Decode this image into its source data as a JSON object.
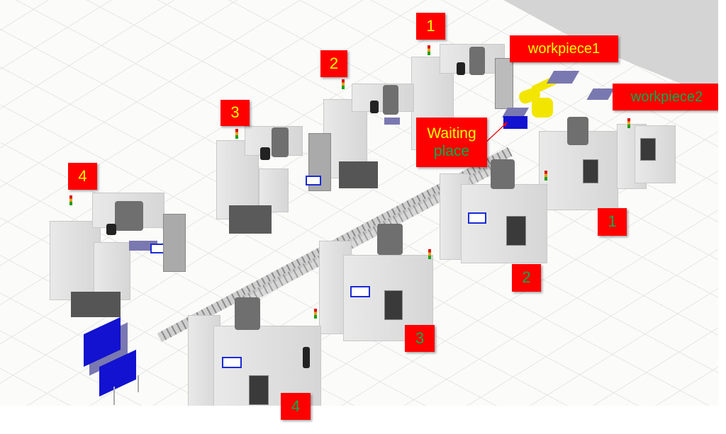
{
  "scene": {
    "type": "3D factory layout simulation",
    "colors": {
      "label_background": "#ff0000",
      "label_text_yellow": "#ffff00",
      "label_text_green": "#00b050",
      "robot": "#f2e600",
      "pallet_blue": "#1212d0",
      "pallet_top": "#7a78b0",
      "floor": "#fbfbfa",
      "wall": "#d4d4d4"
    }
  },
  "labels": {
    "back_row": [
      {
        "id": "1",
        "text": "1"
      },
      {
        "id": "2",
        "text": "2"
      },
      {
        "id": "3",
        "text": "3"
      },
      {
        "id": "4",
        "text": "4"
      }
    ],
    "front_row": [
      {
        "id": "1",
        "text": "1"
      },
      {
        "id": "2",
        "text": "2"
      },
      {
        "id": "3",
        "text": "3"
      },
      {
        "id": "4",
        "text": "4"
      }
    ],
    "workpiece1": "workpiece1",
    "workpiece2": "workpiece2",
    "waiting_line1": "Waiting",
    "waiting_line2": "place"
  }
}
